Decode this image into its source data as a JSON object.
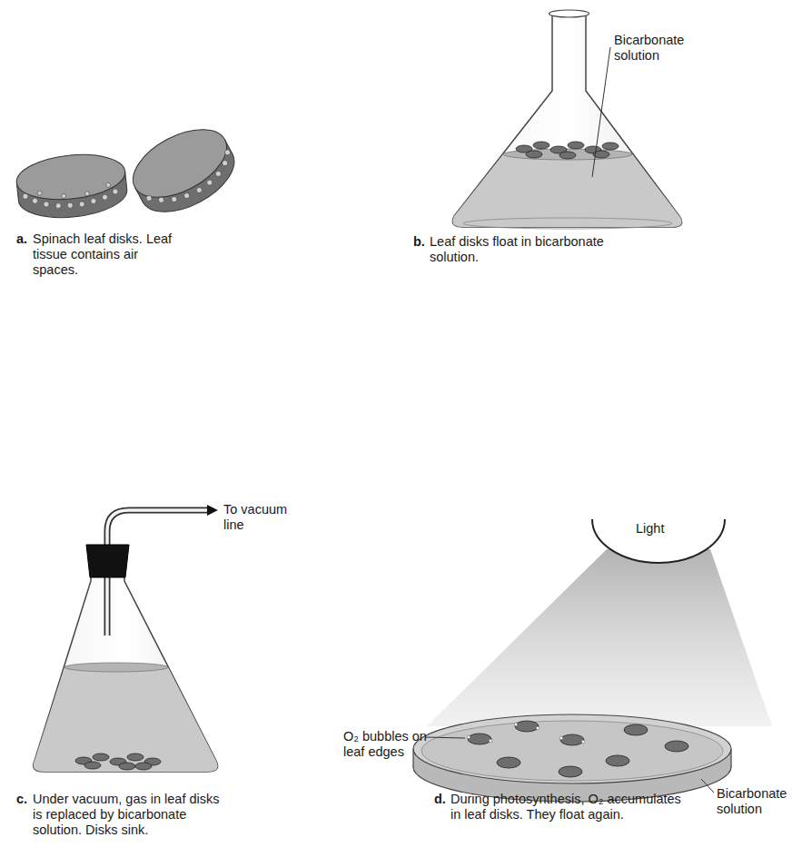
{
  "diagram": {
    "labels": [
      "a.",
      "Spinach leaf disks. Leaf tissue contains air spaces.",
      "Bicarbonate solution",
      "b.",
      "Leaf disks float in bicarbonate solution.",
      "To vacuum line",
      "c.",
      "Under vacuum, gas in leaf disks is replaced by bicarbonate solution. Disks sink.",
      "Light",
      "O₂ bubbles on leaf edges",
      "Bicarbonate solution",
      "d.",
      "During photosynthesis, O₂ accumulates in leaf disks. They float again."
    ]
  }
}
